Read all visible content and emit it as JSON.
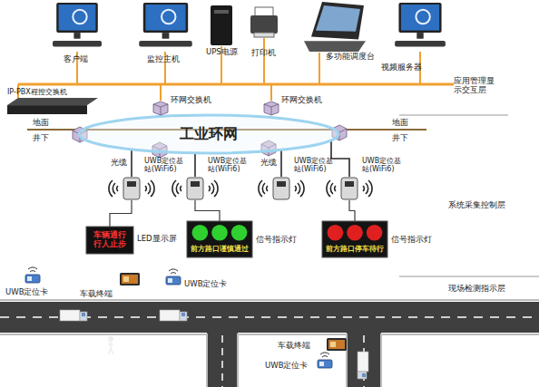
{
  "diagram": {
    "nodes": [
      {
        "text": [
          "客户端"
        ]
      },
      {
        "text": [
          "监控主机"
        ]
      },
      {
        "text": [
          "UPS电源"
        ]
      },
      {
        "text": [
          "打印机"
        ]
      },
      {
        "text": [
          "多功能调度台"
        ]
      },
      {
        "text": [
          "视频服务器"
        ]
      },
      {
        "text": [
          "IP-PBX程控交换机"
        ]
      },
      {
        "text": [
          "工业环网"
        ]
      },
      {
        "text": [
          "环网交换机"
        ]
      },
      {
        "text": [
          "环网交换机"
        ]
      },
      {
        "text": [
          "UWB定位基站(WiFi6)"
        ]
      },
      {
        "text": [
          "UWB定位基站(WiFi6)"
        ]
      },
      {
        "text": [
          "UWB定位基站(WiFi6)"
        ]
      },
      {
        "text": [
          "UWB定位基站(WiFi6)"
        ]
      },
      {
        "text": [
          "车辆通行 行人止步",
          "LED显示屏"
        ]
      },
      {
        "text": [
          "前方路口谨慎通过",
          "信号指示灯"
        ]
      },
      {
        "text": [
          "前方路口停车待行",
          "信号指示灯"
        ]
      }
    ],
    "edges": [
      {
        "from": 7,
        "to": 10,
        "label": "光缆",
        "arrow": "none"
      },
      {
        "from": 7,
        "to": 11,
        "arrow": "none"
      },
      {
        "from": 7,
        "to": 12,
        "label": "光缆",
        "arrow": "none"
      },
      {
        "from": 7,
        "to": 13,
        "arrow": "none"
      },
      {
        "from": 14,
        "to": 10,
        "arrow": "none"
      },
      {
        "from": 15,
        "to": 11,
        "arrow": "none"
      },
      {
        "from": 16,
        "to": 13,
        "arrow": "none"
      }
    ],
    "labels": [
      "应用管理显示交互层",
      "地面",
      "井下",
      "地面",
      "井下",
      "系统采集控制层",
      "现场检测指示层",
      "UWB定位卡",
      "车载终端",
      "UWB定位卡",
      "车载终端",
      "UWB定位卡"
    ]
  }
}
